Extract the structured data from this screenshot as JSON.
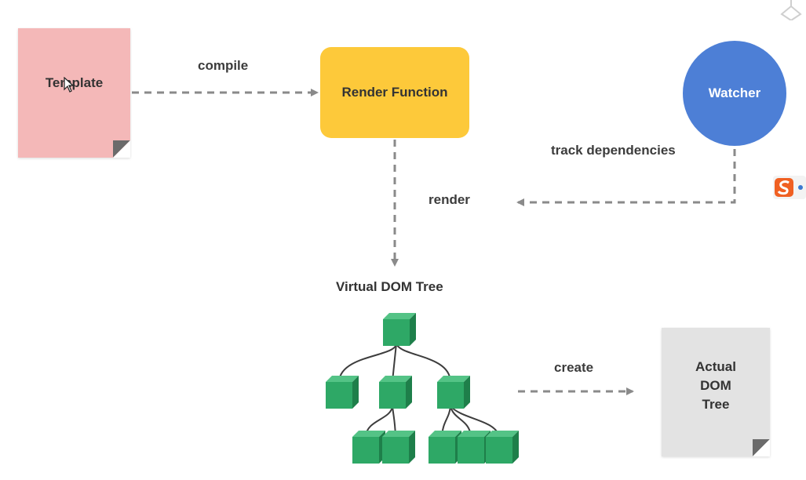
{
  "nodes": {
    "template": "Template",
    "render_function": "Render Function",
    "watcher": "Watcher",
    "actual_dom": [
      "Actual",
      "DOM",
      "Tree"
    ],
    "virtual_dom_title": "Virtual DOM Tree"
  },
  "edges": {
    "compile": "compile",
    "render": "render",
    "track": "track dependencies",
    "create": "create"
  },
  "colors": {
    "template": "#f4b8b8",
    "render_function": "#fdc93a",
    "watcher": "#4d7fd6",
    "actual_dom": "#e3e3e3",
    "cube": "#2ea866",
    "arrow": "#8a8a8a"
  },
  "icons": {
    "cursor": "mouse-pointer-icon",
    "sogou": "sogou-ime-icon"
  }
}
